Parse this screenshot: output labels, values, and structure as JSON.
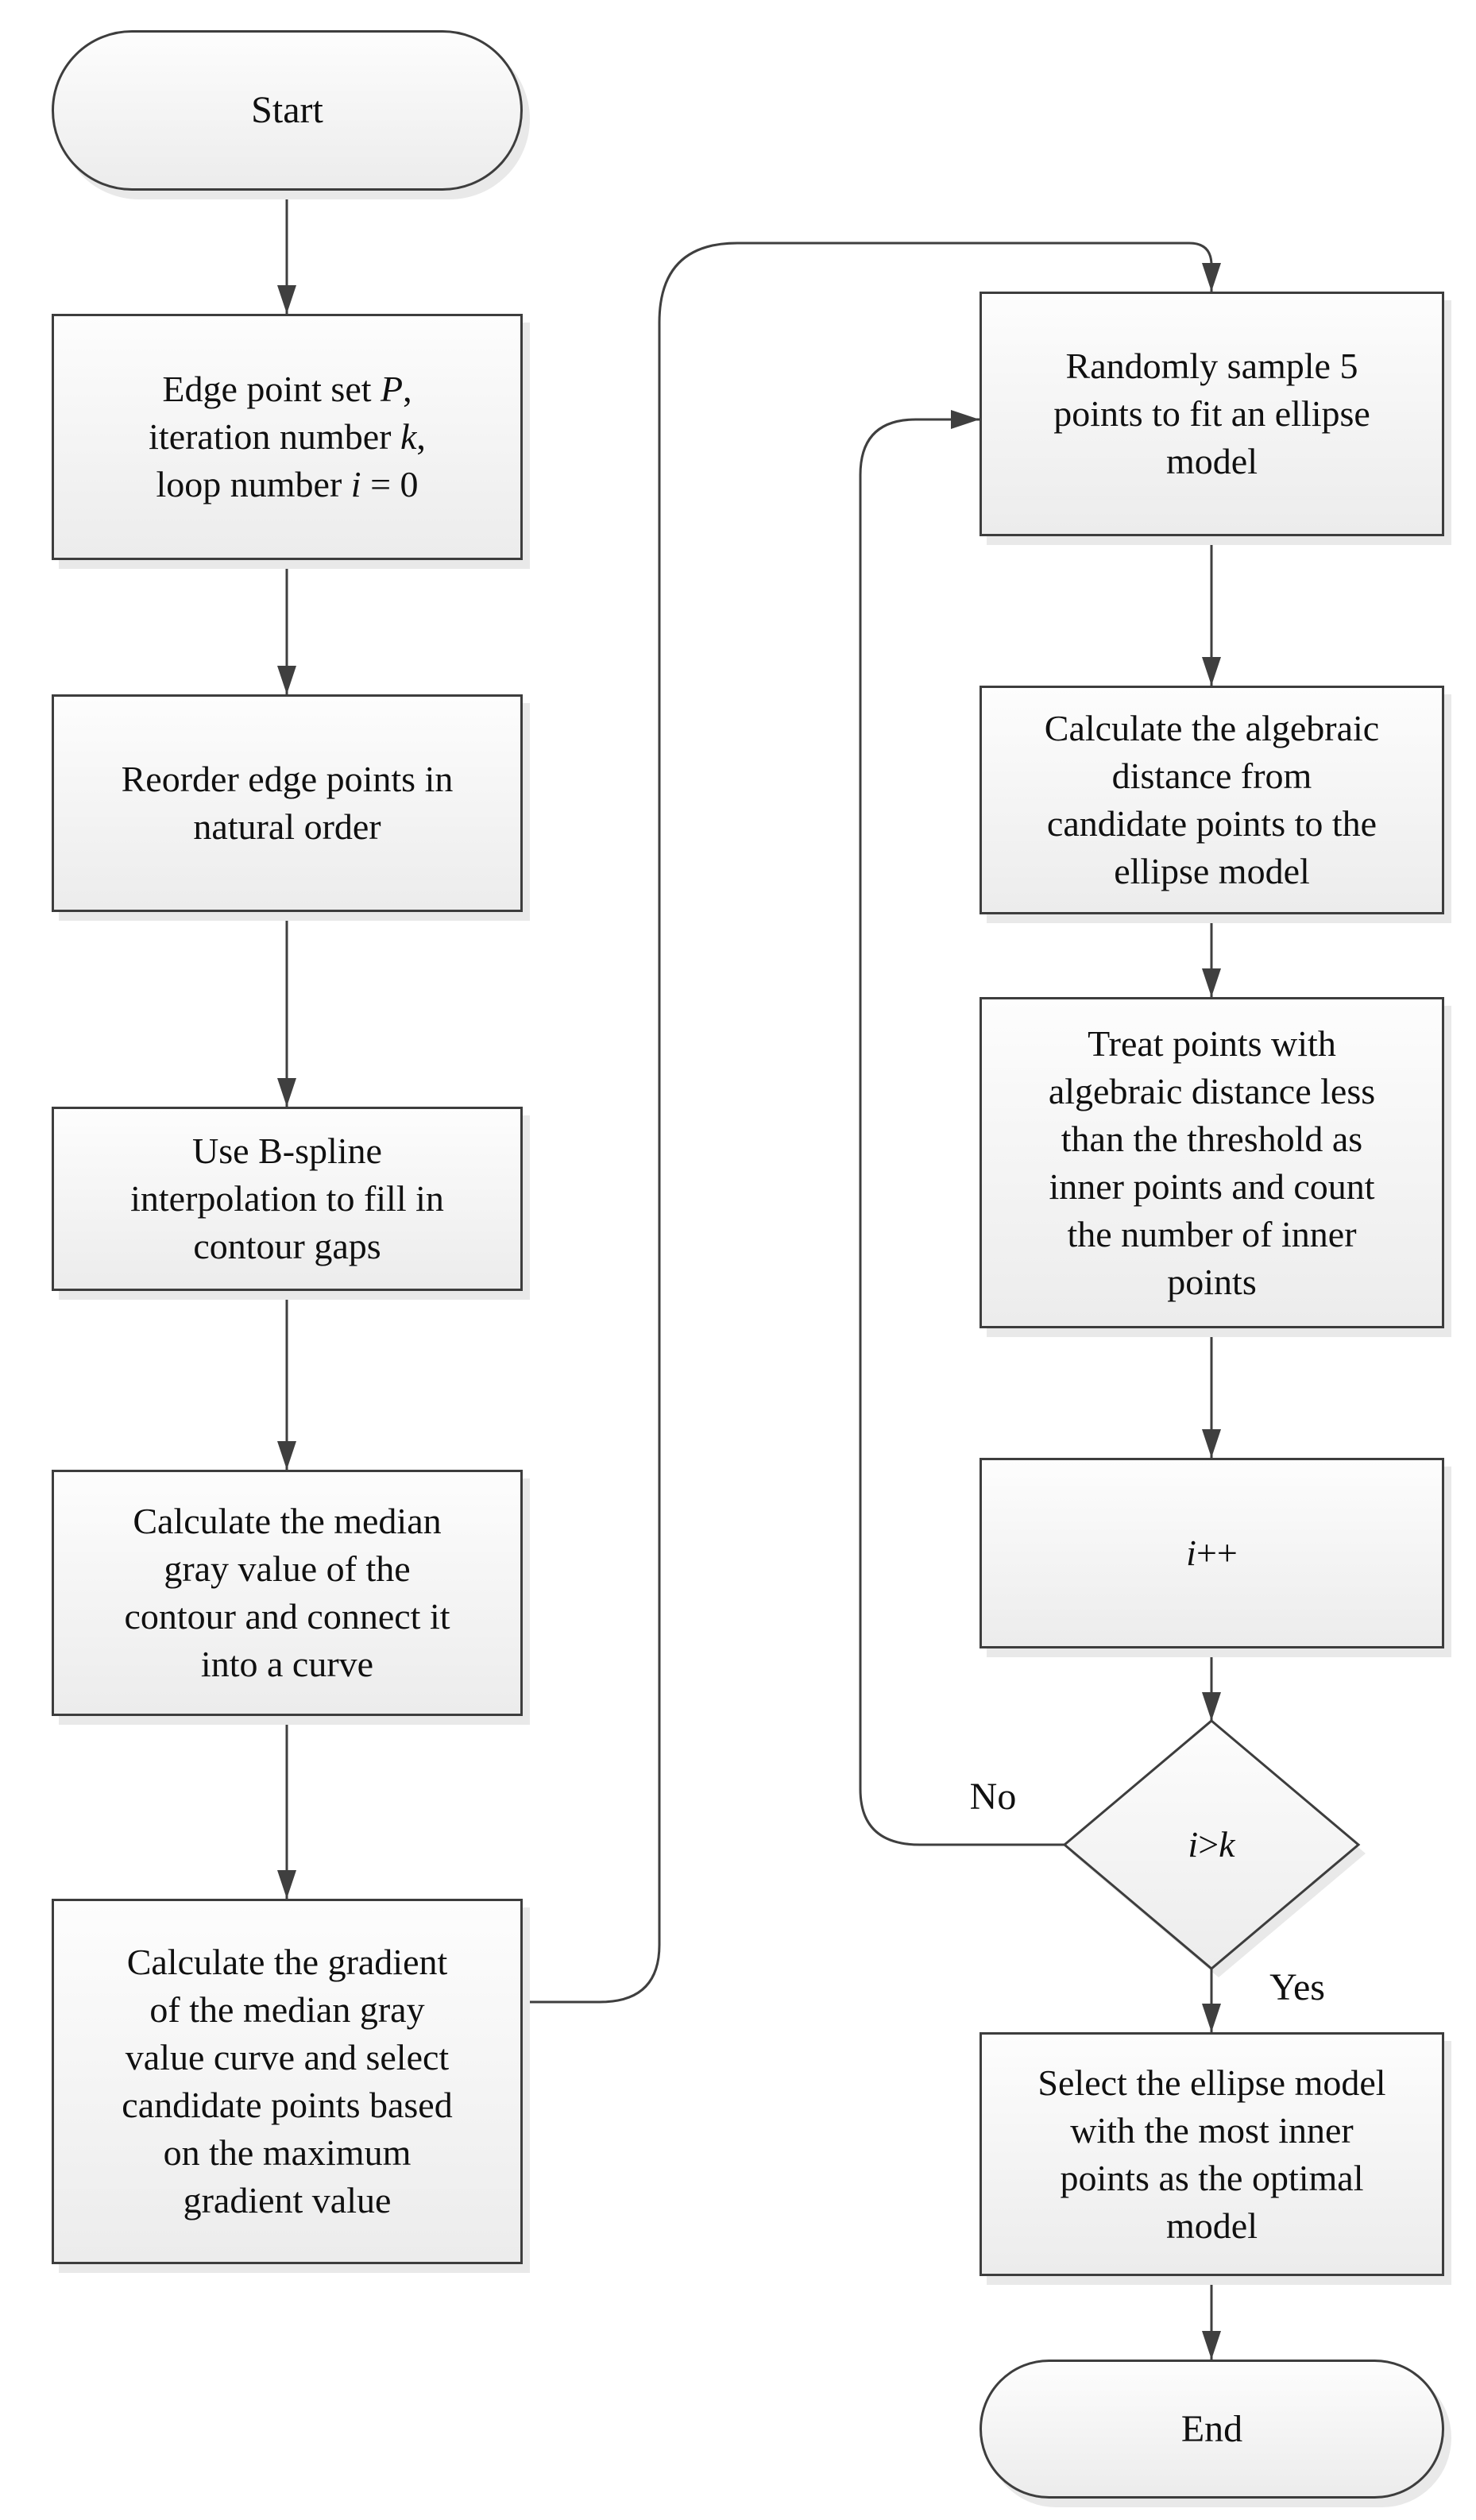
{
  "diagram_type": "flowchart",
  "colors": {
    "shape_border": "#3d3d3d",
    "arrow": "#3f3f3f",
    "shape_fill_top": "#fdfdfd",
    "shape_fill_bottom": "#ececec",
    "shadow": "#e9e9e9",
    "text": "#101010",
    "background": "#ffffff"
  },
  "edge_labels": {
    "no": "No",
    "yes": "Yes"
  },
  "nodes": [
    {
      "id": "start",
      "shape": "terminator",
      "lines": [
        [
          {
            "t": "Start"
          }
        ]
      ]
    },
    {
      "id": "init",
      "shape": "process",
      "lines": [
        [
          {
            "t": "Edge point set "
          },
          {
            "t": "P",
            "i": true
          },
          {
            "t": ","
          }
        ],
        [
          {
            "t": "iteration number "
          },
          {
            "t": "k",
            "i": true
          },
          {
            "t": ","
          }
        ],
        [
          {
            "t": "loop number "
          },
          {
            "t": "i",
            "i": true
          },
          {
            "t": " = 0"
          }
        ]
      ]
    },
    {
      "id": "reorder",
      "shape": "process",
      "lines": [
        [
          {
            "t": "Reorder edge points in"
          }
        ],
        [
          {
            "t": "natural order"
          }
        ]
      ]
    },
    {
      "id": "bspline",
      "shape": "process",
      "lines": [
        [
          {
            "t": "Use B-spline"
          }
        ],
        [
          {
            "t": "interpolation to fill in"
          }
        ],
        [
          {
            "t": "contour gaps"
          }
        ]
      ]
    },
    {
      "id": "median",
      "shape": "process",
      "lines": [
        [
          {
            "t": "Calculate the median"
          }
        ],
        [
          {
            "t": "gray value of the"
          }
        ],
        [
          {
            "t": "contour and connect it"
          }
        ],
        [
          {
            "t": "into a curve"
          }
        ]
      ]
    },
    {
      "id": "gradient",
      "shape": "process",
      "lines": [
        [
          {
            "t": "Calculate the gradient"
          }
        ],
        [
          {
            "t": "of the median gray"
          }
        ],
        [
          {
            "t": "value curve and select"
          }
        ],
        [
          {
            "t": "candidate points based"
          }
        ],
        [
          {
            "t": "on the maximum"
          }
        ],
        [
          {
            "t": "gradient value"
          }
        ]
      ]
    },
    {
      "id": "sample",
      "shape": "process",
      "lines": [
        [
          {
            "t": "Randomly sample 5"
          }
        ],
        [
          {
            "t": "points to fit an ellipse"
          }
        ],
        [
          {
            "t": "model"
          }
        ]
      ]
    },
    {
      "id": "algdist",
      "shape": "process",
      "lines": [
        [
          {
            "t": "Calculate the algebraic"
          }
        ],
        [
          {
            "t": "distance from"
          }
        ],
        [
          {
            "t": "candidate points to the"
          }
        ],
        [
          {
            "t": "ellipse model"
          }
        ]
      ]
    },
    {
      "id": "inner",
      "shape": "process",
      "lines": [
        [
          {
            "t": "Treat points with"
          }
        ],
        [
          {
            "t": "algebraic distance less"
          }
        ],
        [
          {
            "t": "than the threshold as"
          }
        ],
        [
          {
            "t": "inner points and count"
          }
        ],
        [
          {
            "t": "the number of inner"
          }
        ],
        [
          {
            "t": "points"
          }
        ]
      ]
    },
    {
      "id": "increment",
      "shape": "process",
      "lines": [
        [
          {
            "t": "i",
            "i": true
          },
          {
            "t": "++"
          }
        ]
      ]
    },
    {
      "id": "decision",
      "shape": "decision",
      "lines": [
        [
          {
            "t": "i",
            "i": true
          },
          {
            "t": ">"
          },
          {
            "t": "k",
            "i": true
          }
        ]
      ]
    },
    {
      "id": "select",
      "shape": "process",
      "lines": [
        [
          {
            "t": "Select the ellipse model"
          }
        ],
        [
          {
            "t": "with the most inner"
          }
        ],
        [
          {
            "t": "points as the optimal"
          }
        ],
        [
          {
            "t": "model"
          }
        ]
      ]
    },
    {
      "id": "end",
      "shape": "terminator",
      "lines": [
        [
          {
            "t": "End"
          }
        ]
      ]
    }
  ]
}
